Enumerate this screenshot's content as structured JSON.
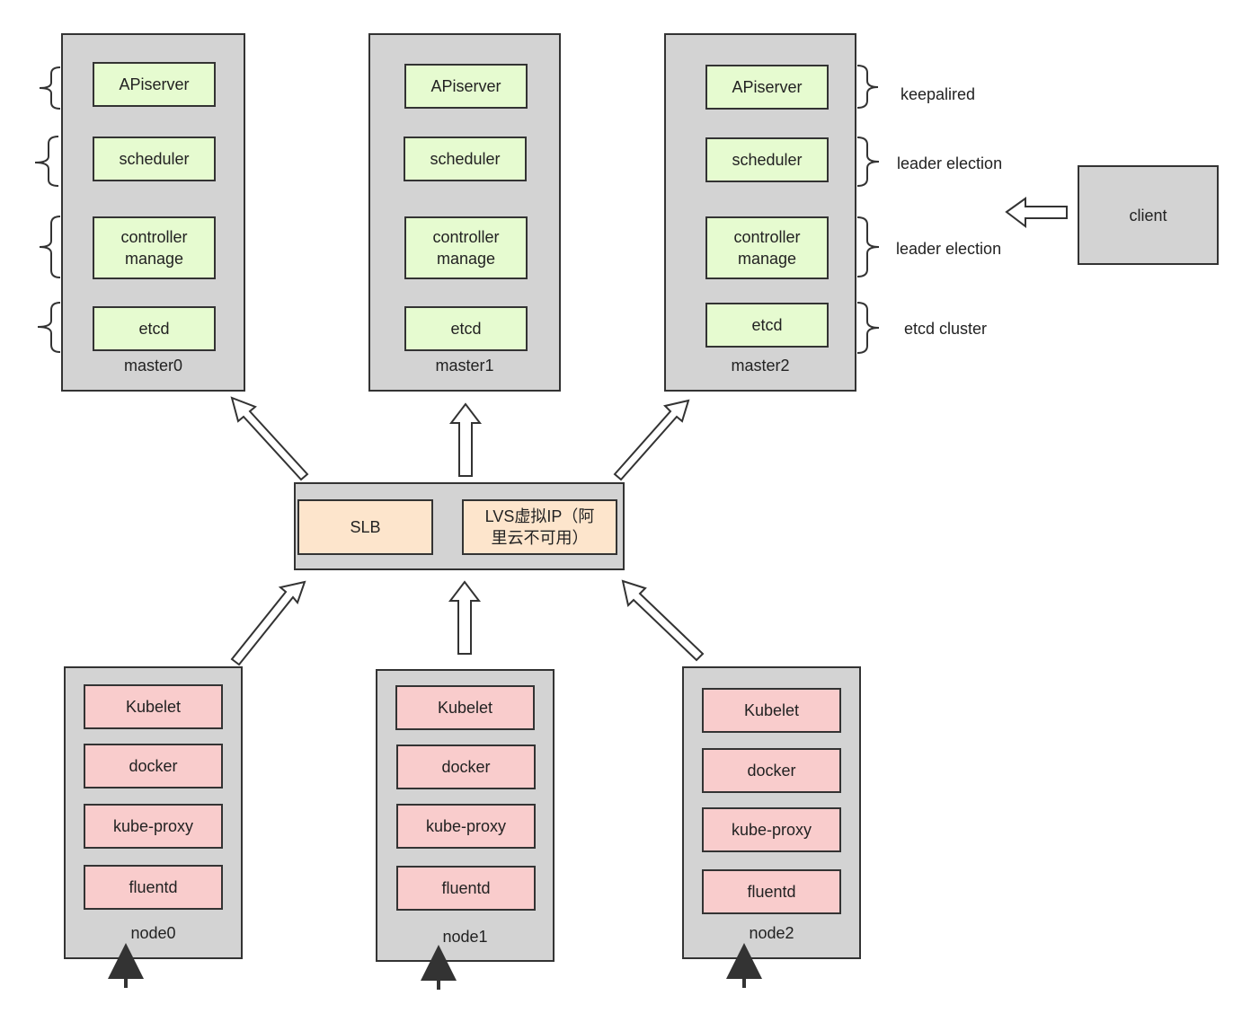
{
  "masters": [
    {
      "name": "master0",
      "components": [
        "APiserver",
        "scheduler",
        "controller\nmanage",
        "etcd"
      ]
    },
    {
      "name": "master1",
      "components": [
        "APiserver",
        "scheduler",
        "controller\nmanage",
        "etcd"
      ]
    },
    {
      "name": "master2",
      "components": [
        "APiserver",
        "scheduler",
        "controller\nmanage",
        "etcd"
      ]
    }
  ],
  "ha_labels": [
    "keepalired",
    "leader election",
    "leader election",
    "etcd cluster"
  ],
  "client": {
    "label": "client"
  },
  "load_balancer": {
    "slb": "SLB",
    "lvs": "LVS虚拟IP（阿\n里云不可用）"
  },
  "nodes": [
    {
      "name": "node0",
      "components": [
        "Kubelet",
        "docker",
        "kube-proxy",
        "fluentd"
      ]
    },
    {
      "name": "node1",
      "components": [
        "Kubelet",
        "docker",
        "kube-proxy",
        "fluentd"
      ]
    },
    {
      "name": "node2",
      "components": [
        "Kubelet",
        "docker",
        "kube-proxy",
        "fluentd"
      ]
    }
  ],
  "colors": {
    "container": "#d3d3d3",
    "master_component": "#e6fbd0",
    "node_component": "#f9cccc",
    "lb_component": "#fde5cc",
    "stroke": "#333333"
  }
}
